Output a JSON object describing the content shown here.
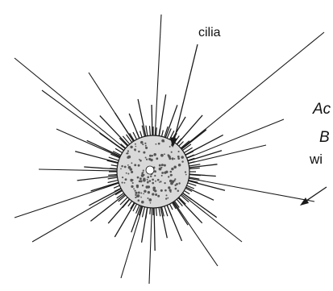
{
  "colors": {
    "line": "#1a1a1a",
    "background": "#ffffff",
    "body_fill": "#d9d9d9"
  },
  "labels": {
    "cilia": "cilia",
    "cut_line_1": "Ac",
    "cut_line_2": "B",
    "cut_line_3": "wi"
  }
}
